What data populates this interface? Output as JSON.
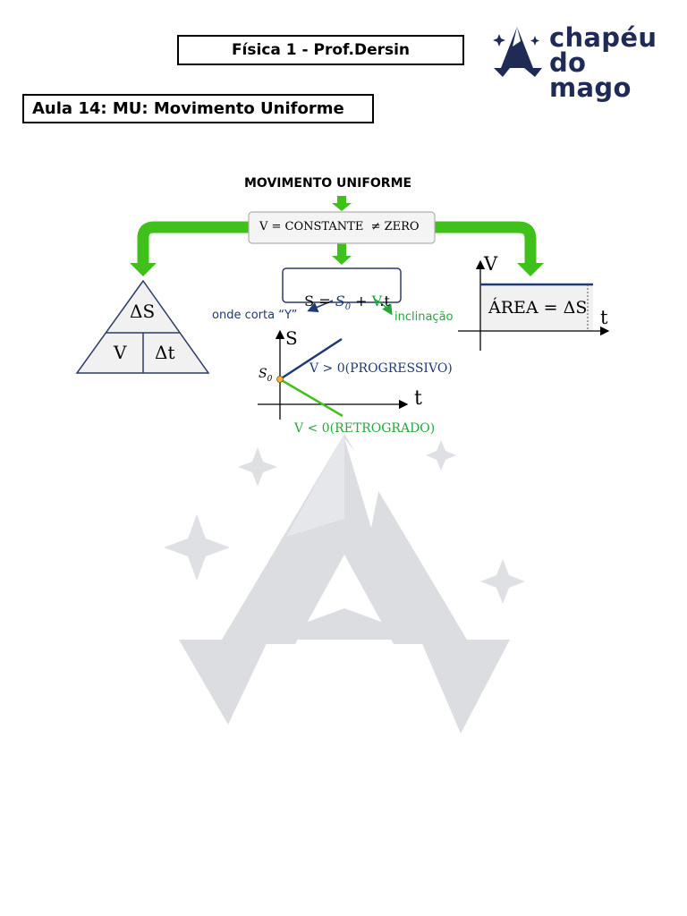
{
  "header": {
    "title": "Física 1 - Prof.Dersin"
  },
  "logo": {
    "line1": "chapéu",
    "line2": "do mago"
  },
  "lesson": {
    "title": "Aula 14: MU: Movimento Uniforme"
  },
  "diagram": {
    "heading": "MOVIMENTO UNIFORME",
    "condition": "V = CONSTANTE  ≠ ZERO",
    "equation": {
      "prefix": "S = ",
      "s0": "S",
      "s0_sub": "0",
      "plus": " + ",
      "v": "V",
      "rest": ".t"
    },
    "annotation_y": "onde corta “Y”",
    "annotation_slope": "inclinação",
    "triangle": {
      "top": "ΔS",
      "bottom_left": "V",
      "bottom_right": "Δt"
    },
    "vt_graph": {
      "y_axis": "V",
      "x_axis": "t",
      "area_label": "ÁREA = ΔS"
    },
    "st_graph": {
      "y_axis": "S",
      "x_axis": "t",
      "s0": "S",
      "s0_sub": "0",
      "progressive": "V > 0(PROGRESSIVO)",
      "retrograde": "V < 0(RETROGRADO)"
    }
  },
  "colors": {
    "green_arrow": "#3fc01a",
    "navy": "#1f3a73",
    "green_text": "#23a83e",
    "watermark": "#dedfe3",
    "logo": "#1f2a55"
  }
}
